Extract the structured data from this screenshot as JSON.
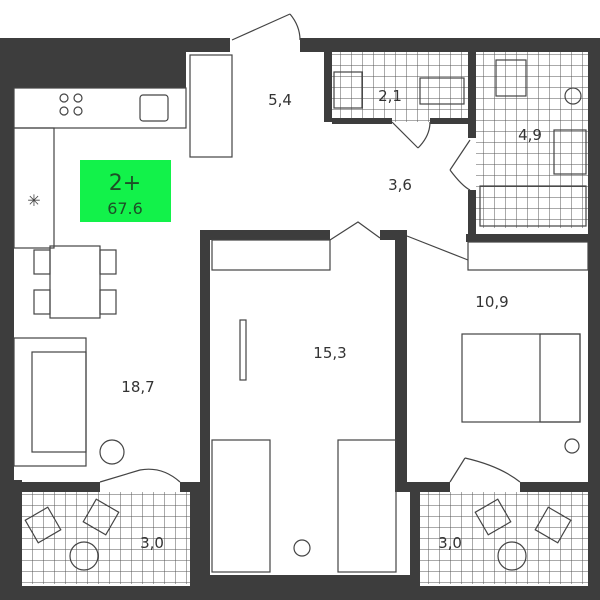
{
  "plan": {
    "badge": {
      "rooms": "2+",
      "area": "67.6",
      "color": "#12f24a"
    },
    "rooms": [
      {
        "id": "hall",
        "area": "5,4"
      },
      {
        "id": "bathroom-small",
        "area": "2,1"
      },
      {
        "id": "bathroom-large",
        "area": "4,9"
      },
      {
        "id": "corridor",
        "area": "3,6"
      },
      {
        "id": "kitchen-living",
        "area": "18,7"
      },
      {
        "id": "bedroom-1",
        "area": "15,3"
      },
      {
        "id": "bedroom-2",
        "area": "10,9"
      },
      {
        "id": "balcony-left",
        "area": "3,0"
      },
      {
        "id": "balcony-right",
        "area": "3,0"
      }
    ],
    "wall_color": "#3d3d3d"
  }
}
